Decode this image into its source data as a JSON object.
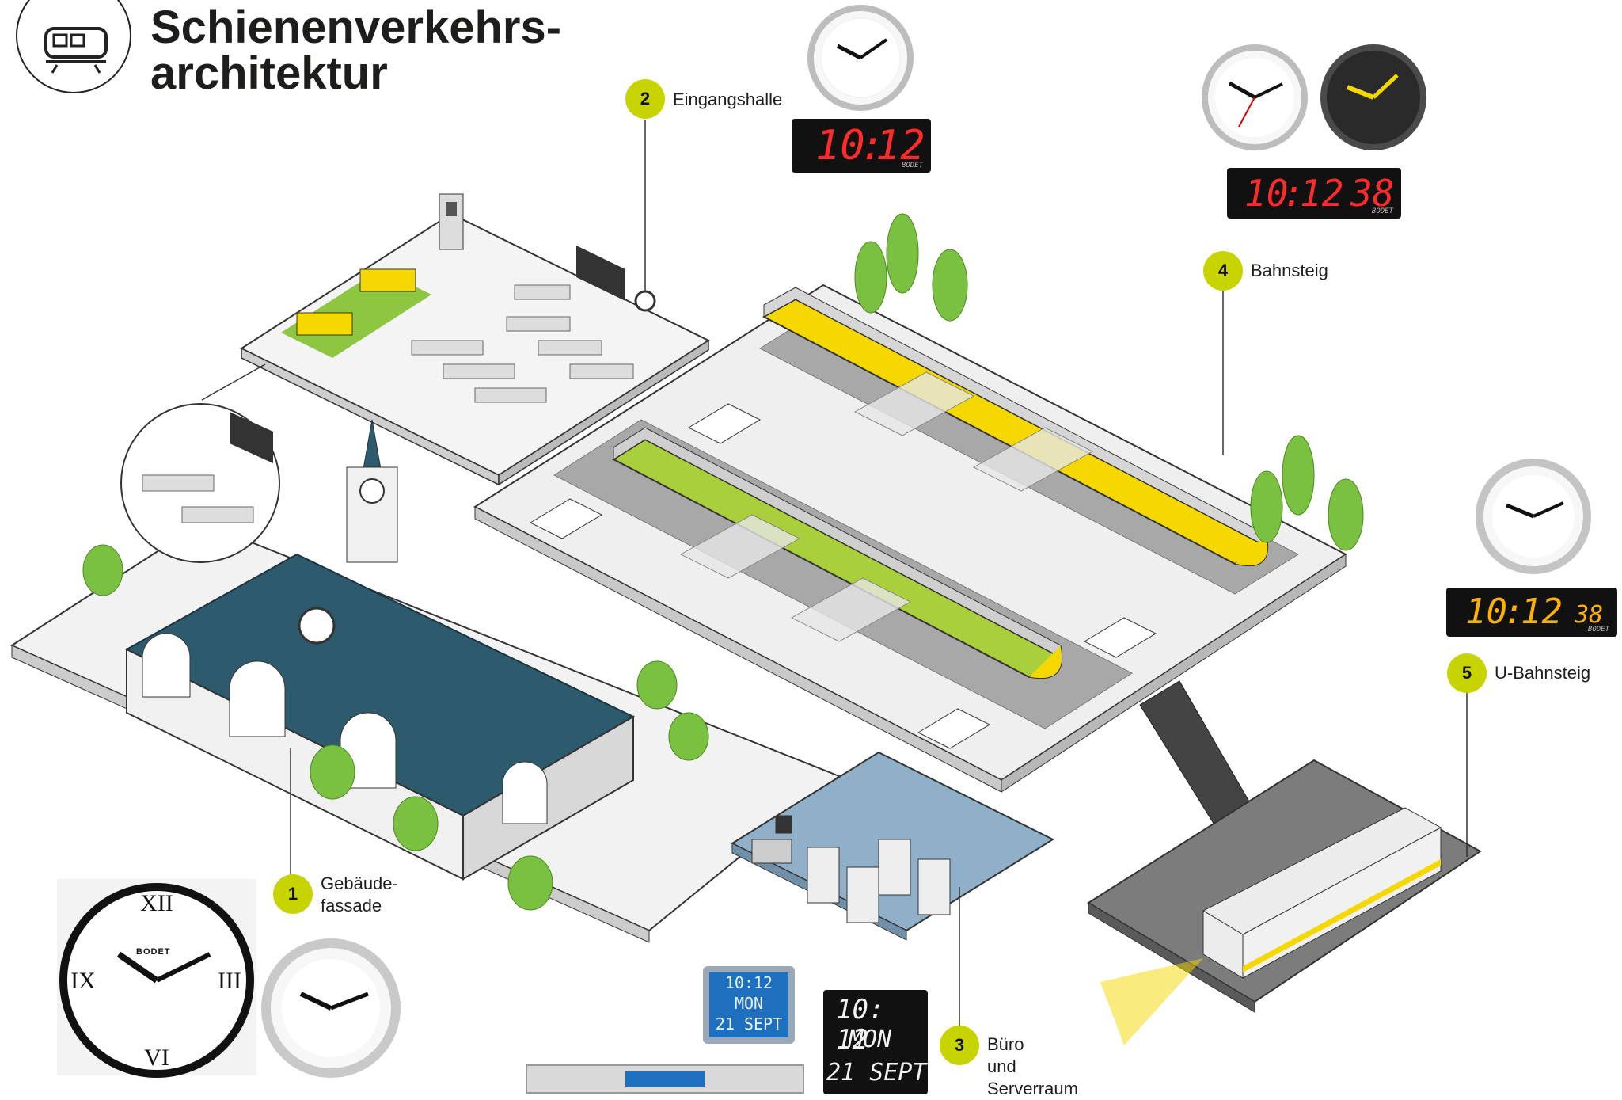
{
  "header": {
    "title_line1": "Schienenverkehrs-",
    "title_line2": "architektur"
  },
  "callouts": [
    {
      "number": "1",
      "lines": [
        "Gebäude-",
        "fassade"
      ]
    },
    {
      "number": "2",
      "lines": [
        "Eingangshalle"
      ]
    },
    {
      "number": "3",
      "lines": [
        "Büro",
        "und",
        "Serverraum"
      ]
    },
    {
      "number": "4",
      "lines": [
        "Bahnsteig"
      ]
    },
    {
      "number": "5",
      "lines": [
        "U-Bahnsteig"
      ]
    }
  ],
  "displays": {
    "hall_led": {
      "hours": "10",
      "minutes": "12"
    },
    "platform_led": {
      "hours": "10",
      "minutes": "12",
      "seconds": "38"
    },
    "metro_led": {
      "hours": "10",
      "minutes": "12",
      "seconds": "38"
    },
    "lcd": {
      "time": "10:12",
      "day": "MON",
      "date": "21 SEPT"
    },
    "office_led": {
      "time": "10: 12",
      "day": "MON",
      "date": "21 SEPT"
    }
  },
  "clock_brand": "BODET",
  "icons": [
    "train-icon",
    "roman-clock-icon",
    "analog-clock-icon",
    "flip-board-icon"
  ],
  "colors": {
    "accent": "#c8d400",
    "roof": "#2e5a6e",
    "train_yellow": "#f5d800",
    "train_green": "#a9cf3a",
    "led_red": "#ff2a2a",
    "led_amber": "#ffb000",
    "lcd_blue": "#1f6fbf",
    "tree": "#7ac142",
    "ground": "#e9e9e9",
    "track": "#a8a8a8"
  }
}
